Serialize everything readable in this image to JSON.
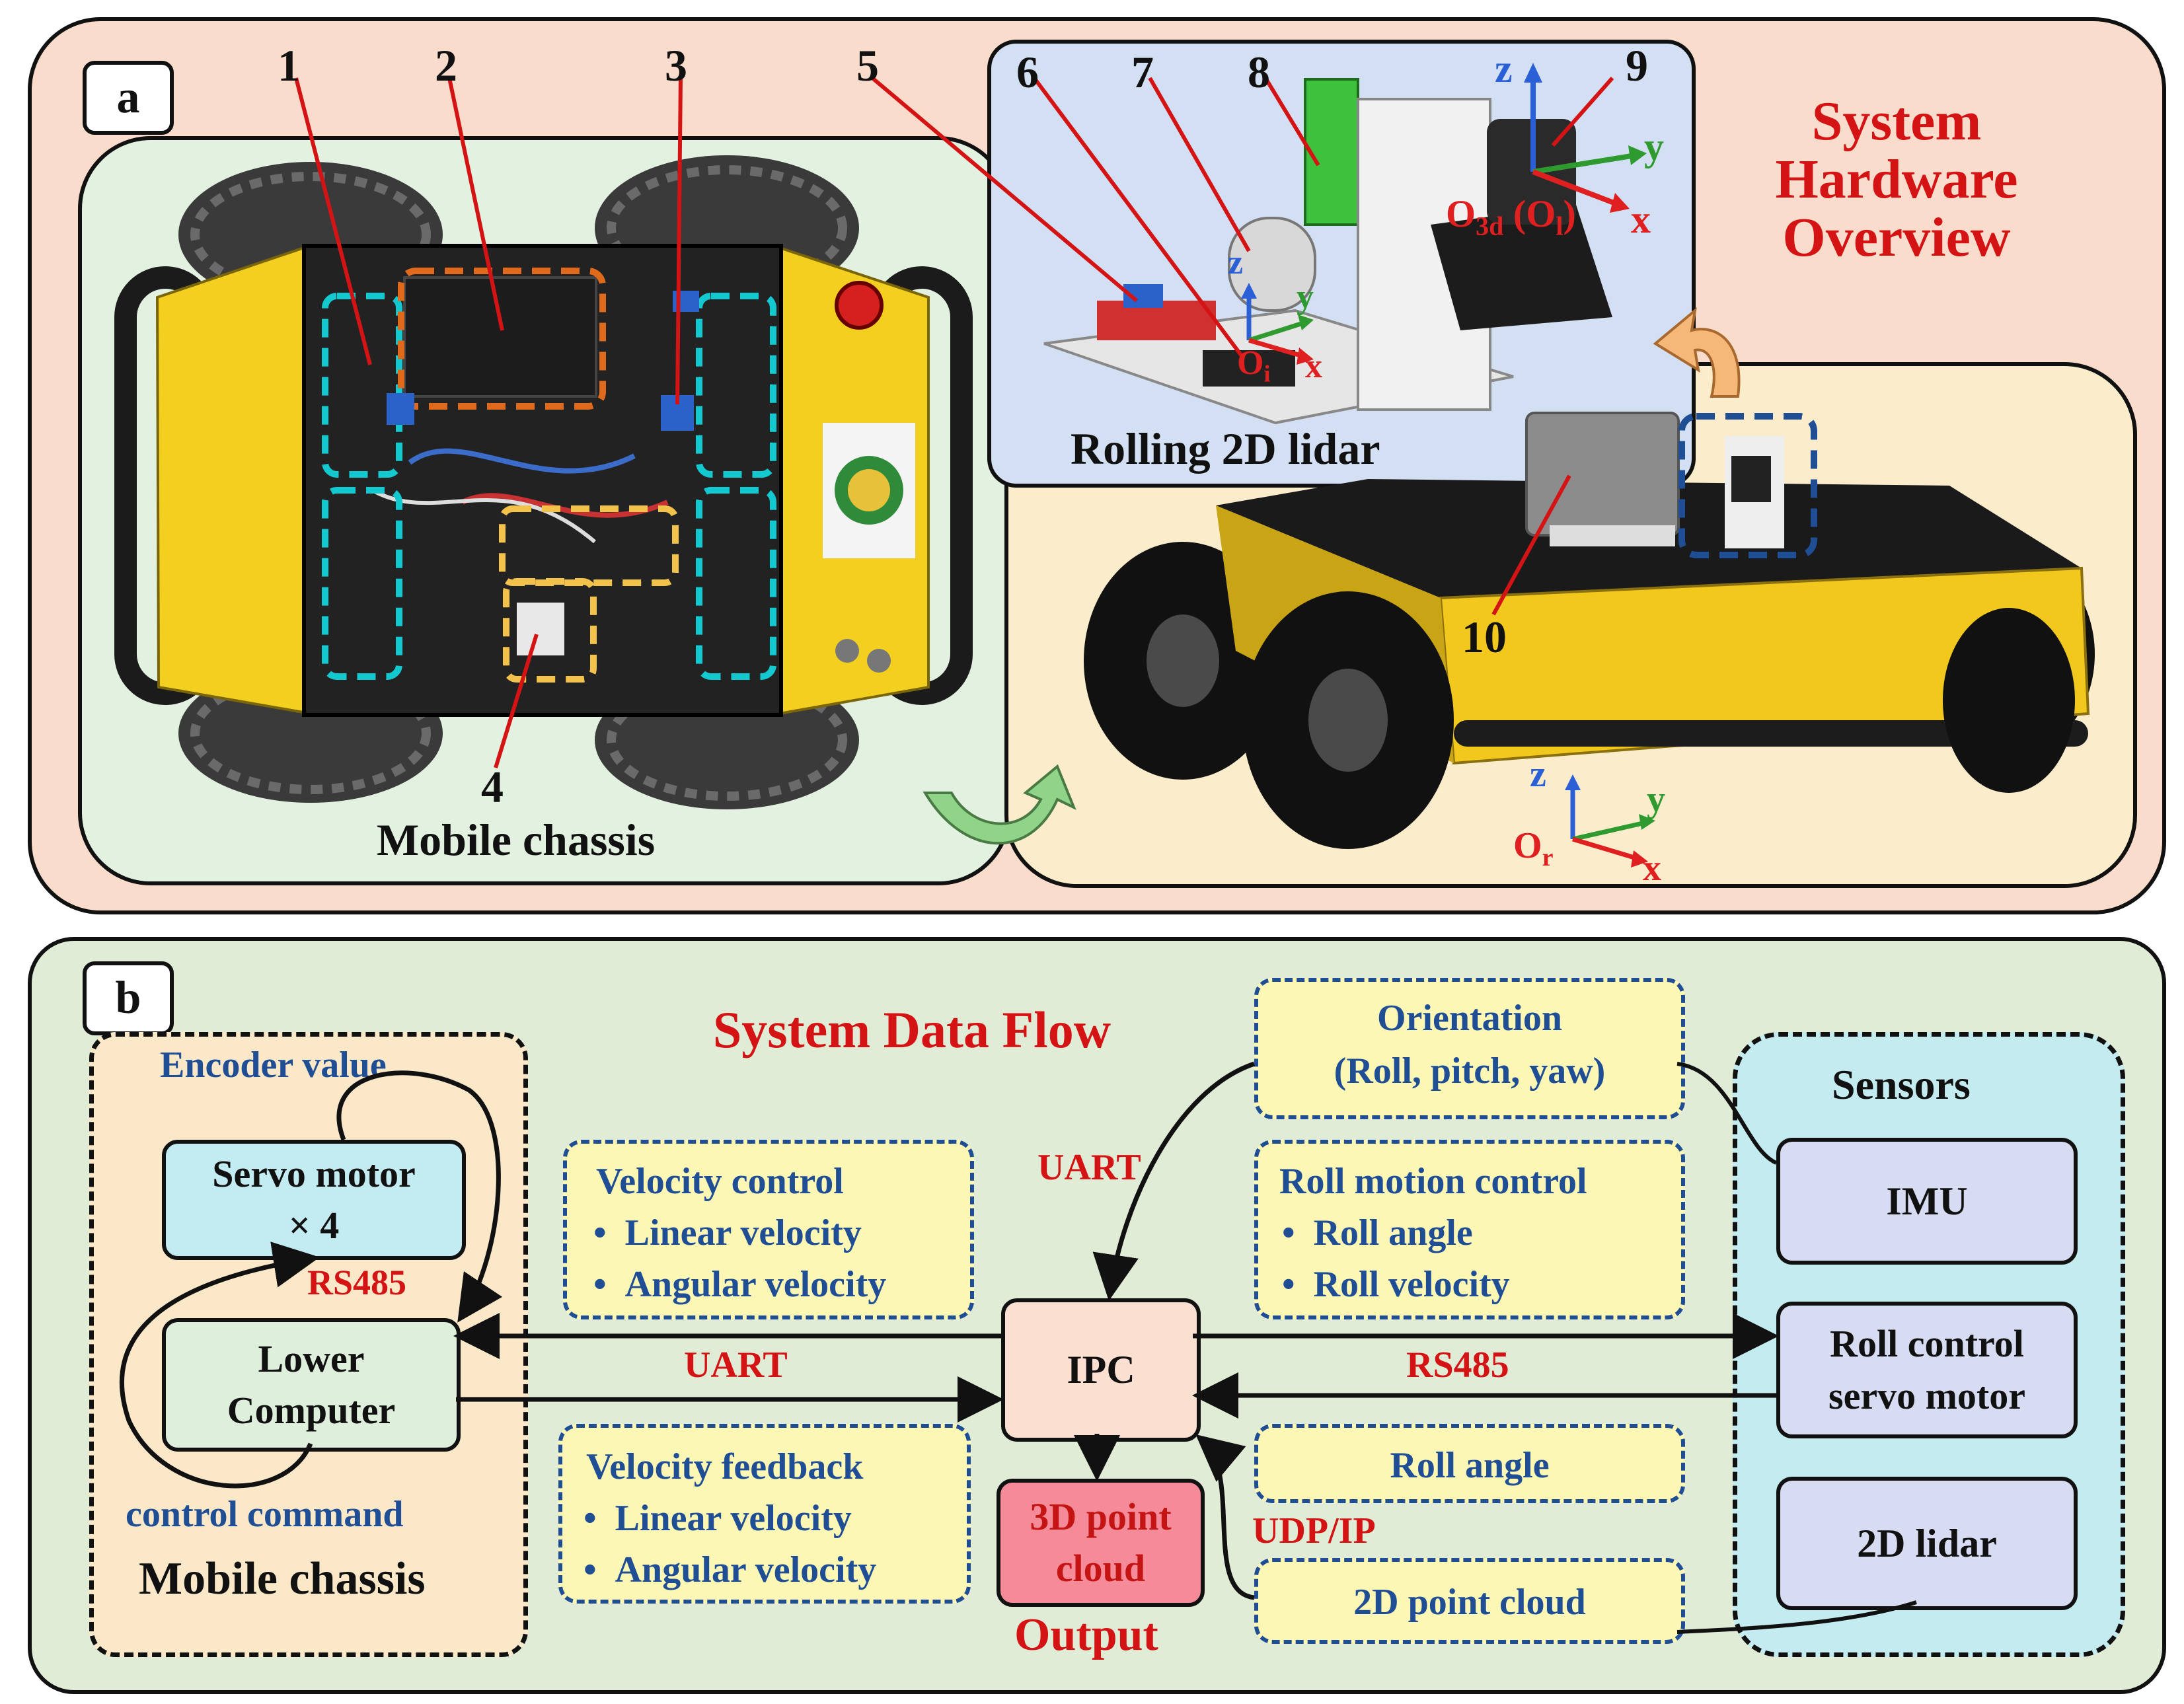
{
  "panel_a": {
    "tag": "a",
    "title_lines": [
      "System",
      "Hardware",
      "Overview"
    ],
    "numbers": [
      "1",
      "2",
      "3",
      "4",
      "5",
      "6",
      "7",
      "8",
      "9",
      "10"
    ],
    "chassis_caption": "Mobile chassis",
    "lidar_caption": "Rolling 2D lidar",
    "axes_sensor": {
      "z": "z",
      "y": "y",
      "x": "x",
      "origin": "O",
      "origin_sub": "3d",
      "paren": "(O",
      "paren_sub": "l",
      "paren_end": ")"
    },
    "axes_imu": {
      "z": "z",
      "y": "y",
      "x": "x",
      "origin": "O",
      "origin_sub": "i"
    },
    "axes_robot": {
      "z": "z",
      "y": "y",
      "x": "x",
      "origin": "O",
      "origin_sub": "r"
    }
  },
  "panel_b": {
    "tag": "b",
    "title": "System Data Flow",
    "chassis": {
      "encoder_label": "Encoder value",
      "servo_line1": "Servo motor",
      "servo_line2": "× 4",
      "rs485": "RS485",
      "lower_line1": "Lower",
      "lower_line2": "Computer",
      "command_label": "control command",
      "caption": "Mobile chassis"
    },
    "velocity_control": {
      "title": "Velocity control",
      "items": [
        "Linear velocity",
        "Angular velocity"
      ]
    },
    "velocity_feedback": {
      "title": "Velocity feedback",
      "items": [
        "Linear velocity",
        "Angular velocity"
      ]
    },
    "uart_top": "UART",
    "uart_mid": "UART",
    "ipc": "IPC",
    "output_box_line1": "3D point",
    "output_box_line2": "cloud",
    "output_label": "Output",
    "orientation_line1": "Orientation",
    "orientation_line2": "(Roll, pitch, yaw)",
    "roll_motion": {
      "title": "Roll motion control",
      "items": [
        "Roll angle",
        "Roll velocity"
      ]
    },
    "rs485_right": "RS485",
    "roll_angle": "Roll angle",
    "udp": "UDP/IP",
    "point_cloud_2d": "2D point cloud",
    "sensors": {
      "title": "Sensors",
      "imu": "IMU",
      "servo_line1": "Roll control",
      "servo_line2": "servo motor",
      "lidar": "2D lidar"
    }
  },
  "colors": {
    "panel_a_bg": "#f9dccb",
    "chassis_bg": "#e3f1e1",
    "lidar_bg": "#d3e0f3",
    "robot_bg": "#fbeccb",
    "panel_b_bg": "#e0ecd6",
    "chassis_b_bg": "#fbe8c8",
    "sensors_bg": "#c4ecf0",
    "servo_box": "#c3ecf2",
    "lower_box": "#def0dc",
    "ipc_box": "#fbe0d2",
    "output_box": "#f58b98",
    "sensor_box": "#d7dcf3",
    "title_red": "#d41414",
    "label_blue": "#1f4e95",
    "cyan_dash": "#14c8d0",
    "orange_dash": "#e06a1c",
    "yellow_dash": "#f2c24a",
    "green_arrow": "#8fd488",
    "orange_arrow": "#f6b878"
  }
}
